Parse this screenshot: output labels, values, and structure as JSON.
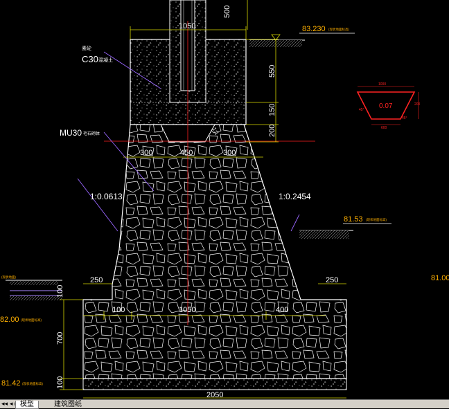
{
  "drawing": {
    "dims": {
      "top_width": "1050",
      "pole_height": "500",
      "cap_height": "550",
      "cap_base": "150",
      "notch": "200",
      "left_offset": "300",
      "notch_width": "450",
      "right_offset": "300",
      "left_step": "250",
      "right_step": "250",
      "base_left": "100",
      "base_mid": "1050",
      "base_right": "400",
      "base_height": "700",
      "bottom_pad": "100",
      "total_width": "2050",
      "left_pad_dim": "100"
    },
    "labels": {
      "cap_material_top": "素砼",
      "cap_material": "C30",
      "cap_material_suffix": "混凝土",
      "stone_material": "MU30",
      "stone_suffix": "毛石砌体",
      "slope_left": "1:0.0613",
      "slope_right": "1:0.2454",
      "notch_label": "1:1"
    },
    "elevations": {
      "top": "83.230",
      "top_note": "(现状地面标高)",
      "right_ground": "81.53",
      "right_note": "(现状地面标高)",
      "far_right": "81.00",
      "left_mid": "82.00",
      "left_mid_note": "(现状地面标高)",
      "bottom": "81.42",
      "bottom_note": "(现状地面标高)",
      "left_upper_note": "(现状地面)"
    },
    "section_inset": {
      "area": "0.07",
      "top_dim": "1000",
      "bottom_dim": "600",
      "side_dim": "200",
      "angle_left": "45°",
      "angle_right": "45°"
    }
  },
  "tabs": {
    "nav": "◂◂ ◂ ▸",
    "model": "模型",
    "layout": "建筑图纸"
  },
  "colors": {
    "background": "#000000",
    "yellow_dim": "#d8d800",
    "red_axis": "#ff0000",
    "elevation": "#ffb000",
    "leader": "#9966ff"
  }
}
